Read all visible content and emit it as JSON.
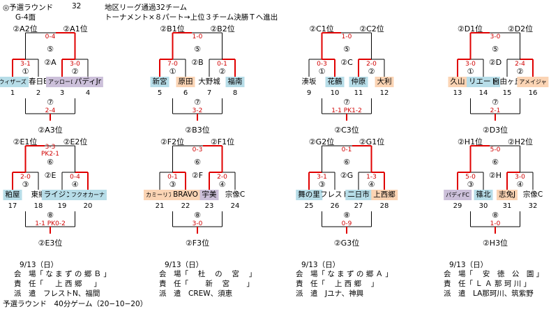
{
  "header": {
    "line1_left": "◎予選ラウンド",
    "line1_num": "32",
    "line1_right": "地区リーグ通過32チーム",
    "line2_left": "G-4面",
    "line2_right": "トーナメント×８パート→上位３チーム決勝Ｔへ進出"
  },
  "colors": {
    "win_line": "#e00000",
    "lose_line": "#000000",
    "cyan": "#b7dde8",
    "peach": "#fbd4b4",
    "lavender": "#ccc0da"
  },
  "blocks": [
    {
      "slot_l": "②A2位",
      "slot_r": "②A1位",
      "final_score": "0-4",
      "final_num": "⑤",
      "mid_label": "②A",
      "l_num": "①",
      "l_score": "3-1",
      "r_num": "②",
      "r_score": "3-0",
      "teams": [
        {
          "name": "ウィザーズ",
          "num": "1",
          "color": "cyan",
          "small": true
        },
        {
          "name": "春日E",
          "num": "2",
          "color": "",
          "small": false
        },
        {
          "name": "アッローロ",
          "num": "3",
          "color": "lav",
          "small": true
        },
        {
          "name": "パディJr",
          "num": "4",
          "color": "lav",
          "small": false
        }
      ],
      "third_num": "⑦",
      "third_score": "2-4",
      "third_slot": "②A3位"
    },
    {
      "slot_l": "②B1位",
      "slot_r": "②B2位",
      "final_score": "1-0",
      "final_num": "⑤",
      "mid_label": "②B",
      "l_num": "①",
      "l_score": "7-0",
      "r_num": "②",
      "r_score": "0-1",
      "teams": [
        {
          "name": "新宮",
          "num": "5",
          "color": "cyan",
          "small": false
        },
        {
          "name": "原田",
          "num": "6",
          "color": "peach",
          "small": false
        },
        {
          "name": "大野城",
          "num": "7",
          "color": "",
          "small": false
        },
        {
          "name": "福南",
          "num": "8",
          "color": "cyan",
          "small": false
        }
      ],
      "third_num": "⑦",
      "third_score": "3-2",
      "third_slot": "②B3位"
    },
    {
      "slot_l": "②C1位",
      "slot_r": "②C2位",
      "final_score": "1-0",
      "final_num": "⑤",
      "mid_label": "②C",
      "l_num": "①",
      "l_score": "0-3",
      "r_num": "②",
      "r_score": "2-0",
      "teams": [
        {
          "name": "湊坂",
          "num": "9",
          "color": "",
          "small": false
        },
        {
          "name": "花鶴",
          "num": "10",
          "color": "cyan",
          "small": false
        },
        {
          "name": "仲原",
          "num": "11",
          "color": "cyan",
          "small": false
        },
        {
          "name": "大利",
          "num": "12",
          "color": "peach",
          "small": false
        }
      ],
      "third_num": "⑦",
      "third_score": "1-1 PK1-2",
      "third_slot": "②C3位"
    },
    {
      "slot_l": "②D1位",
      "slot_r": "②D2位",
      "final_score": "3-0",
      "final_num": "⑤",
      "mid_label": "②D",
      "l_num": "①",
      "l_score": "3-0",
      "r_num": "②",
      "r_score": "2-4",
      "teams": [
        {
          "name": "久山",
          "num": "13",
          "color": "peach",
          "small": false
        },
        {
          "name": "リエート",
          "num": "14",
          "color": "cyan",
          "small": false
        },
        {
          "name": "自由ヶ丘",
          "num": "15",
          "color": "",
          "small": false
        },
        {
          "name": "アメイジャ",
          "num": "16",
          "color": "peach",
          "small": true
        }
      ],
      "third_num": "⑦",
      "third_score": "2-1",
      "third_slot": "②D3位"
    },
    {
      "slot_l": "②E1位",
      "slot_r": "②E2位",
      "final_score": "3-3\nPK2-1",
      "final_num": "⑥",
      "mid_label": "②E",
      "l_num": "③",
      "l_score": "2-0",
      "r_num": "④",
      "r_score": "0-4",
      "teams": [
        {
          "name": "粕屋",
          "num": "17",
          "color": "cyan",
          "small": false
        },
        {
          "name": "東郷",
          "num": "18",
          "color": "",
          "small": false
        },
        {
          "name": "ライジング",
          "num": "19",
          "color": "cyan",
          "small": false
        },
        {
          "name": "フクオカーナ",
          "num": "20",
          "color": "cyan",
          "small": true
        }
      ],
      "third_num": "⑧",
      "third_score": "1-1 PK0-2",
      "third_slot": "②E3位"
    },
    {
      "slot_l": "②F2位",
      "slot_r": "②F1位",
      "final_score": "0-3",
      "final_num": "⑥",
      "mid_label": "②F",
      "l_num": "③",
      "l_score": "0-1",
      "r_num": "④",
      "r_score": "2-0",
      "teams": [
        {
          "name": "カミーリア",
          "num": "21",
          "color": "peach",
          "small": true
        },
        {
          "name": "BRAVO",
          "num": "22",
          "color": "peach",
          "small": false
        },
        {
          "name": "宇美",
          "num": "23",
          "color": "lav",
          "small": false
        },
        {
          "name": "宗像C",
          "num": "24",
          "color": "",
          "small": false
        }
      ],
      "third_num": "⑧",
      "third_score": "3-0",
      "third_slot": "②F3位"
    },
    {
      "slot_l": "②G2位",
      "slot_r": "②G1位",
      "final_score": "0-1",
      "final_num": "⑥",
      "mid_label": "②G",
      "l_num": "③",
      "l_score": "3-1",
      "r_num": "④",
      "r_score": "1-3",
      "teams": [
        {
          "name": "舞の里",
          "num": "25",
          "color": "cyan",
          "small": false
        },
        {
          "name": "フレスト",
          "num": "26",
          "color": "",
          "small": false
        },
        {
          "name": "二日市",
          "num": "27",
          "color": "cyan",
          "small": false
        },
        {
          "name": "上西郷",
          "num": "28",
          "color": "peach",
          "small": false
        }
      ],
      "third_num": "⑧",
      "third_score": "0-9",
      "third_slot": "②G3位"
    },
    {
      "slot_l": "②H1位",
      "slot_r": "②H2位",
      "final_score": "5-0",
      "final_num": "⑥",
      "mid_label": "②H",
      "l_num": "③",
      "l_score": "5-0",
      "r_num": "④",
      "r_score": "3-0",
      "teams": [
        {
          "name": "パディFC",
          "num": "29",
          "color": "lav",
          "small": true
        },
        {
          "name": "篠北",
          "num": "30",
          "color": "cyan",
          "small": false
        },
        {
          "name": "志免J",
          "num": "31",
          "color": "peach",
          "small": false
        },
        {
          "name": "宗像C",
          "num": "32",
          "color": "",
          "small": false
        }
      ],
      "third_num": "⑧",
      "third_score": "1-0",
      "third_slot": "②H3位"
    }
  ],
  "venues": [
    {
      "date": "9/13（日）",
      "place": "会　場「 な ま ず の 郷 Ｂ 」",
      "lead": "責　任「 　 上 西 郷 　 」",
      "dispatch": "派　遣　フレストN、福間"
    },
    {
      "date": "9/13（日）",
      "place": "会　場「　 杜 　の　 宮 　」",
      "lead": "責　任「　　 新　 宮 　　」",
      "dispatch": "派　遣　CREW、須恵"
    },
    {
      "date": "9/13（日）",
      "place": "会　場「 な ま ず の 郷 Ａ 」",
      "lead": "責　任「　 上 西 郷 　」",
      "dispatch": "派　遣　Jユナ、神興"
    },
    {
      "date": "9/13（日）",
      "place": "会　場「　 安　徳　公　園 」",
      "lead": "責　任「 Ｌ Ａ 那 珂 川 」",
      "dispatch": "派　遣　LA那珂川、筑紫野"
    }
  ],
  "footer": "予選ラウンド　40分ゲーム（20−10−20）"
}
